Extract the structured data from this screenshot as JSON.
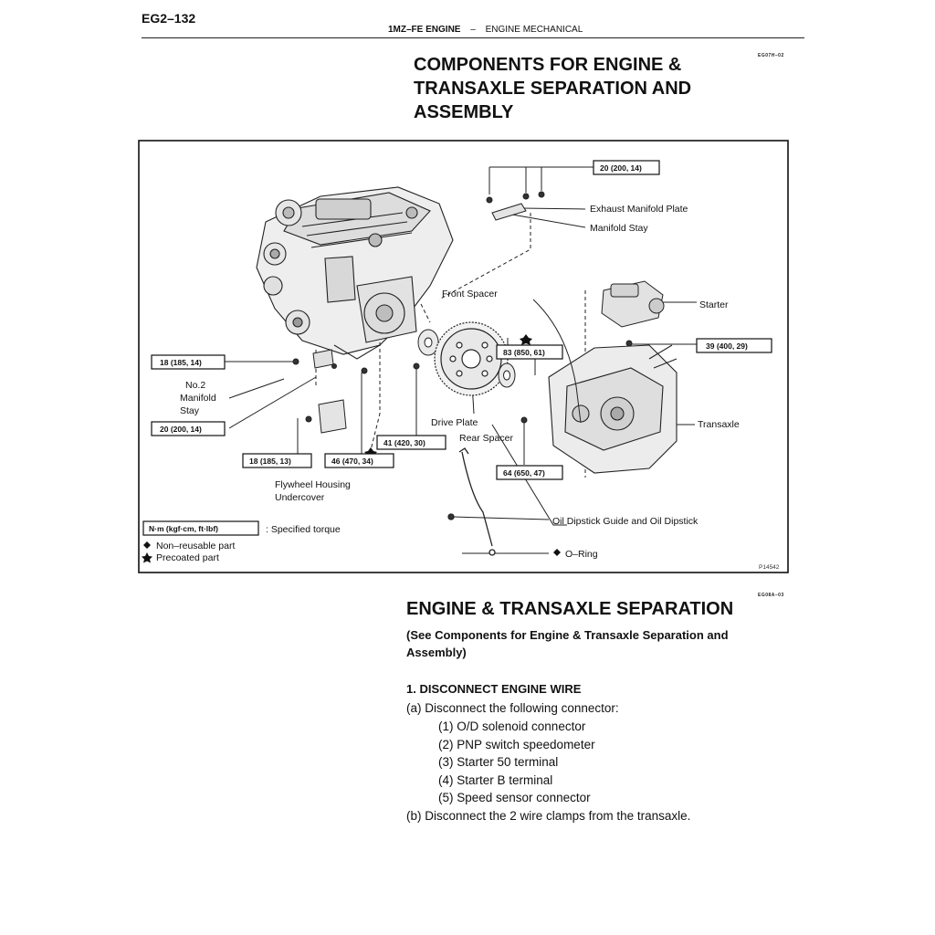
{
  "header": {
    "page_number": "EG2–132",
    "engine": "1MZ–FE ENGINE",
    "separator": "–",
    "section": "ENGINE MECHANICAL"
  },
  "components_section": {
    "code": "EG07H–02",
    "title": "COMPONENTS FOR ENGINE & TRANSAXLE SEPARATION AND ASSEMBLY"
  },
  "diagram": {
    "figure_id": "P14542",
    "labels": {
      "exhaust_manifold_plate": "Exhaust Manifold Plate",
      "manifold_stay": "Manifold Stay",
      "front_spacer": "Front Spacer",
      "starter": "Starter",
      "no2_manifold_stay": [
        "No.2",
        "Manifold",
        "Stay"
      ],
      "drive_plate": "Drive Plate",
      "rear_spacer": "Rear Spacer",
      "transaxle": "Transaxle",
      "flywheel_housing_undercover": [
        "Flywheel Housing",
        "Undercover"
      ],
      "oil_dipstick": "Oil Dipstick Guide and Oil Dipstick",
      "o_ring": "O–Ring"
    },
    "torques": {
      "manifold_plate": "20 (200, 14)",
      "starter": "39 (400, 29)",
      "drive_plate_star": "83 (850, 61)",
      "no2_stay_upper": "18 (185, 14)",
      "no2_stay_lower": "20 (200, 14)",
      "undercover": "18 (185, 13)",
      "center_bolt": "46 (470, 34)",
      "drive_plate_bolt": "41 (420, 30)",
      "transaxle_bolt": "64 (650, 47)"
    },
    "legend": {
      "torque_unit": "N·m (kgf·cm, ft·lbf)",
      "torque_desc": ": Specified torque",
      "non_reusable": "Non–reusable part",
      "precoated": "Precoated part"
    }
  },
  "separation_section": {
    "code": "EG08A–03",
    "title": "ENGINE & TRANSAXLE SEPARATION",
    "subtitle": "(See Components for Engine & Transaxle Separation and Assembly)",
    "step1": {
      "heading": "1. DISCONNECT ENGINE WIRE",
      "a": "(a) Disconnect the following connector:",
      "connectors": [
        "(1) O/D solenoid connector",
        "(2) PNP switch speedometer",
        "(3) Starter 50 terminal",
        "(4) Starter B terminal",
        "(5) Speed sensor connector"
      ],
      "b": "(b) Disconnect the 2 wire clamps from the transaxle."
    }
  }
}
